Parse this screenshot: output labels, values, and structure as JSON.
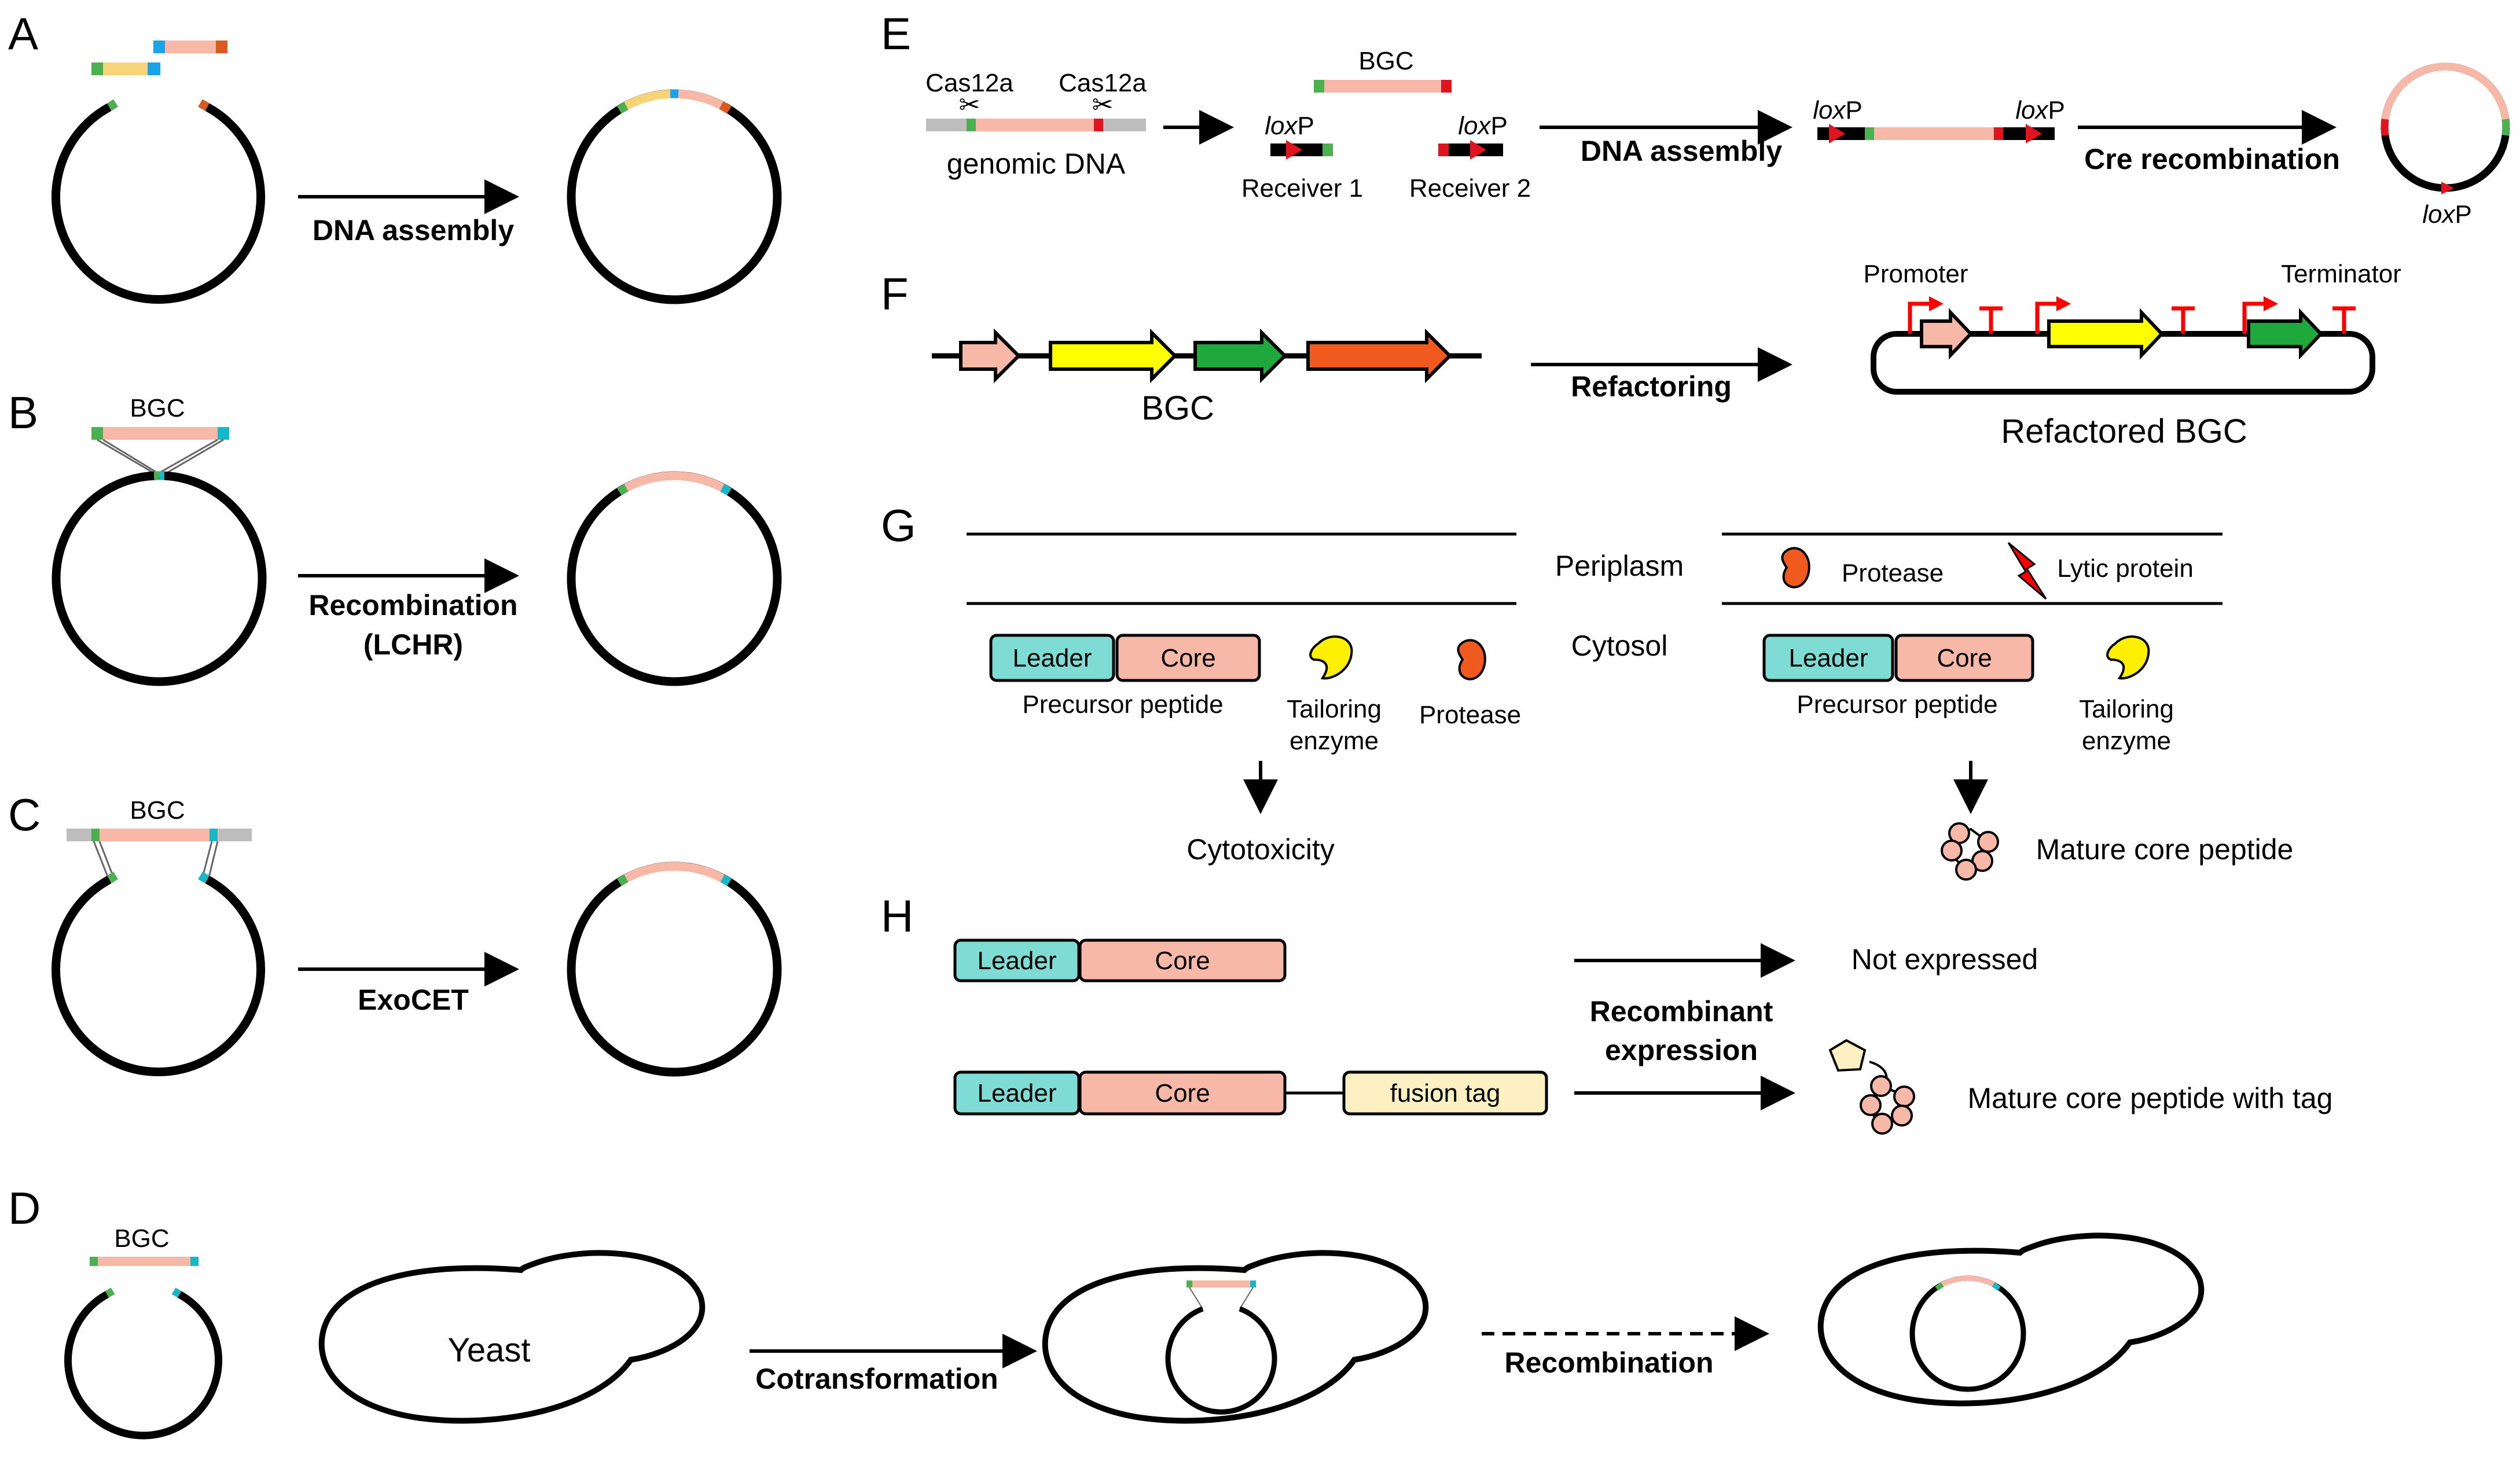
{
  "panels": {
    "A": "A",
    "B": "B",
    "C": "C",
    "D": "D",
    "E": "E",
    "F": "F",
    "G": "G",
    "H": "H"
  },
  "panel_a": {
    "arrow_label": "DNA assembly"
  },
  "panel_b": {
    "bgc_label": "BGC",
    "arrow_label_1": "Recombination",
    "arrow_label_2": "(LCHR)"
  },
  "panel_c": {
    "bgc_label": "BGC",
    "arrow_label": "ExoCET"
  },
  "panel_d": {
    "bgc_label": "BGC",
    "yeast_label": "Yeast",
    "arrow1_label": "Cotransformation",
    "arrow2_label": "Recombination"
  },
  "panel_e": {
    "cas_left": "Cas12a",
    "cas_right": "Cas12a",
    "genomic_dna": "genomic DNA",
    "bgc_label": "BGC",
    "lox_italic": "lox",
    "lox_suffix": "P",
    "receiver1": "Receiver 1",
    "receiver2": "Receiver 2",
    "arrow1_label": "DNA assembly",
    "arrow2_label": "Cre recombination"
  },
  "panel_f": {
    "bgc_label": "BGC",
    "arrow_label": "Refactoring",
    "refactored_label": "Refactored BGC",
    "promoter": "Promoter",
    "terminator": "Terminator"
  },
  "panel_g": {
    "periplasm": "Periplasm",
    "cytosol": "Cytosol",
    "leader": "Leader",
    "core": "Core",
    "precursor": "Precursor peptide",
    "tailoring_1": "Tailoring",
    "tailoring_2": "enzyme",
    "protease": "Protease",
    "lytic": "Lytic protein",
    "cytotoxicity": "Cytotoxicity",
    "mature": "Mature core peptide"
  },
  "panel_h": {
    "leader": "Leader",
    "core": "Core",
    "fusion_tag": "fusion tag",
    "not_expressed": "Not expressed",
    "arrow_label_1": "Recombinant",
    "arrow_label_2": "expression",
    "mature_tag": "Mature core peptide with tag"
  },
  "colors": {
    "bgc": "#f7b8a8",
    "green_end": "#4caf50",
    "blue_end": "#1aa3e8",
    "cyan_end": "#16b8c8",
    "orange_end": "#d9591e",
    "yellow_frag": "#f7d47a",
    "red_end": "#e0141e",
    "gray_dna": "#bdbdbd",
    "leader_fill": "#7fdcd4",
    "core_fill": "#f7b8a8",
    "tag_fill": "#fdf0c2",
    "gene_yellow": "#ffff00",
    "gene_green": "#1fa83c",
    "gene_orange": "#f05a1e",
    "enzyme_yellow": "#ffef00",
    "protease_orange": "#f05a1e",
    "peptide_bead": "#f7b8a8",
    "pentagon": "#fdf0c2",
    "arrow_red": "#ff0000"
  }
}
